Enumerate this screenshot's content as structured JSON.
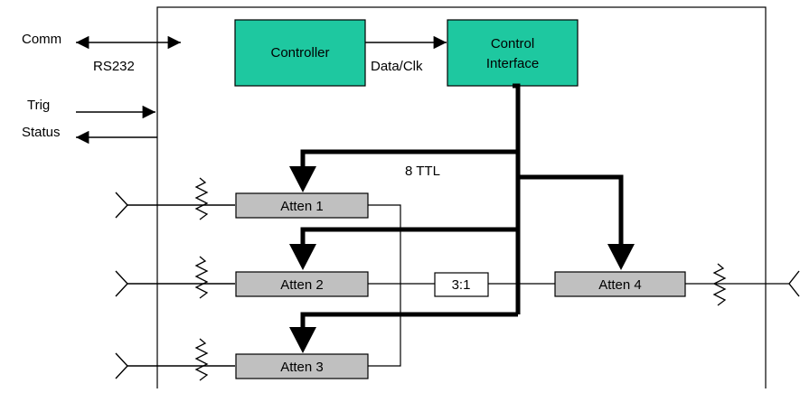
{
  "labels": {
    "comm": "Comm",
    "rs232": "RS232",
    "trig": "Trig",
    "status": "Status",
    "data_clk": "Data/Clk",
    "ttl": "8 TTL"
  },
  "blocks": {
    "controller": "Controller",
    "control_interface_line1": "Control",
    "control_interface_line2": "Interface",
    "atten1": "Atten 1",
    "atten2": "Atten 2",
    "atten3": "Atten 3",
    "atten4": "Atten 4",
    "combiner": "3:1"
  },
  "colors": {
    "controller_fill": "#1ec8a0",
    "atten_fill": "#c0c0c0",
    "line": "#000000"
  }
}
